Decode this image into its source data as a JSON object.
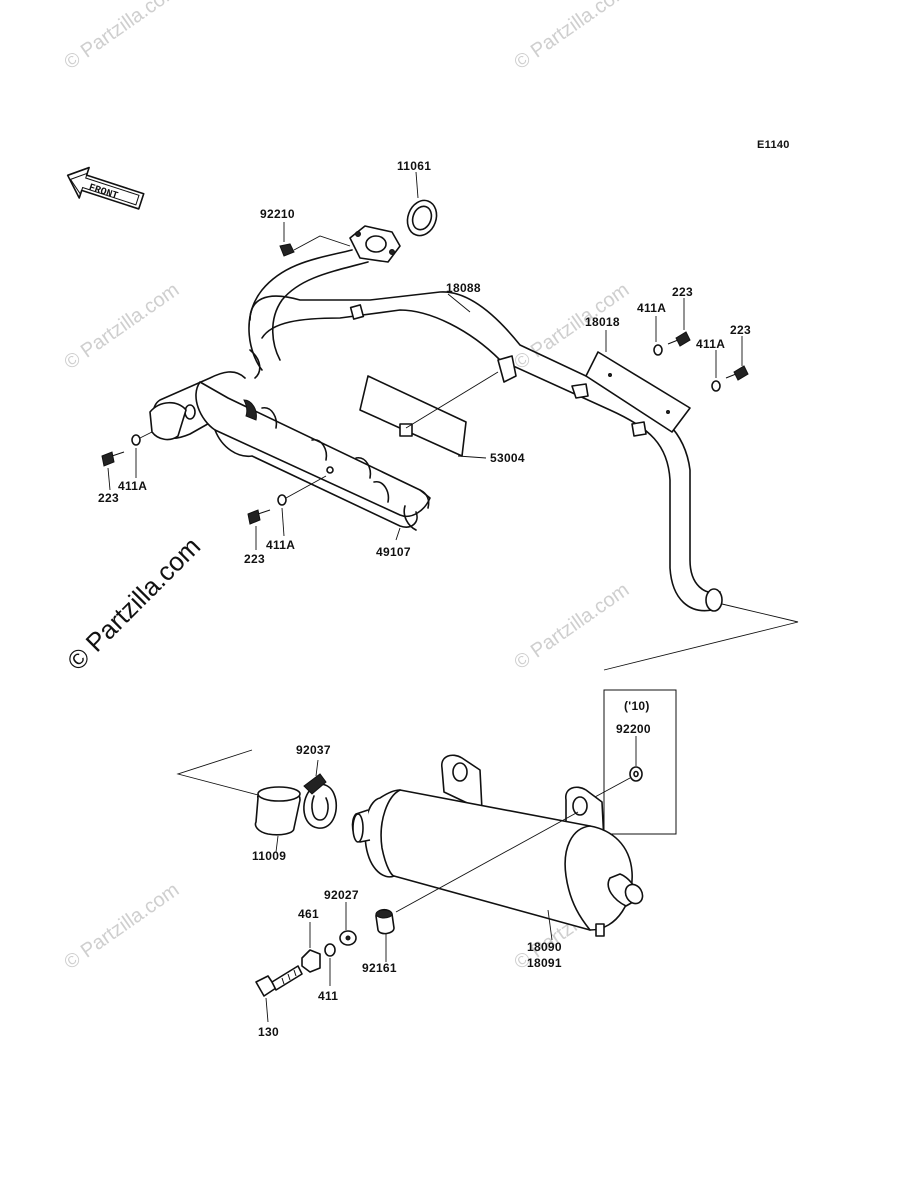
{
  "diagram": {
    "code": "E1140",
    "front_label": "FRONT",
    "year_note": "('10)",
    "watermark": "© Partzilla.com",
    "parts": [
      {
        "id": "11061"
      },
      {
        "id": "92210"
      },
      {
        "id": "18088"
      },
      {
        "id": "18018"
      },
      {
        "id": "411A_top1",
        "label": "411A"
      },
      {
        "id": "223_top1",
        "label": "223"
      },
      {
        "id": "411A_top2",
        "label": "411A"
      },
      {
        "id": "223_top2",
        "label": "223"
      },
      {
        "id": "53004"
      },
      {
        "id": "411A_left",
        "label": "411A"
      },
      {
        "id": "223_left",
        "label": "223"
      },
      {
        "id": "411A_mid",
        "label": "411A"
      },
      {
        "id": "223_mid",
        "label": "223"
      },
      {
        "id": "49107"
      },
      {
        "id": "92200"
      },
      {
        "id": "92037"
      },
      {
        "id": "11009"
      },
      {
        "id": "92027"
      },
      {
        "id": "461"
      },
      {
        "id": "411"
      },
      {
        "id": "92161"
      },
      {
        "id": "130"
      },
      {
        "id": "18090"
      },
      {
        "id": "18091"
      }
    ]
  }
}
